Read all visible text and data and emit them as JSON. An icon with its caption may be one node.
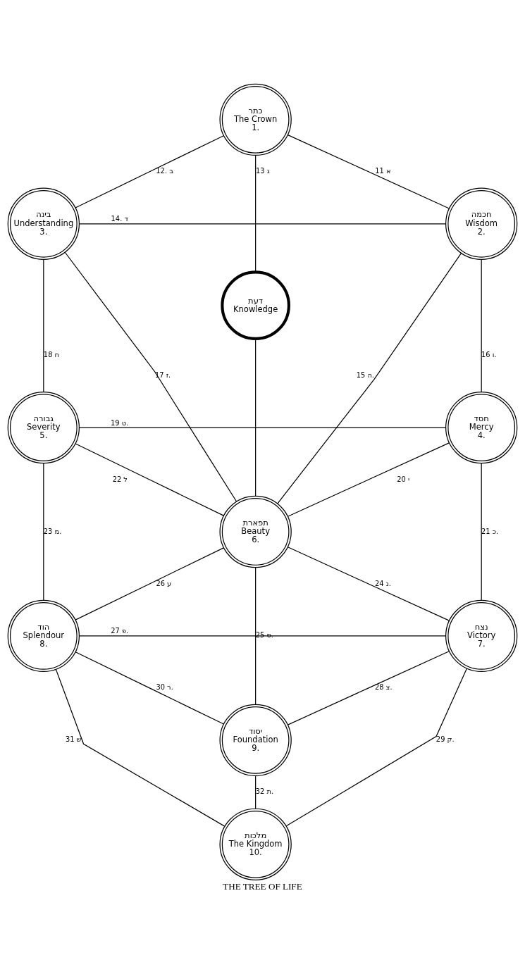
{
  "diagram": {
    "caption": "THE TREE OF LIFE",
    "nodes": [
      {
        "text": [
          "כתר",
          "The Crown",
          "1."
        ]
      },
      {
        "text": [
          "בינה",
          "Understanding",
          "3."
        ]
      },
      {
        "text": [
          "חכמה",
          "Wisdom",
          "2."
        ]
      },
      {
        "text": [
          "דעת",
          "Knowledge"
        ]
      },
      {
        "text": [
          "גבורה",
          "Severity",
          "5."
        ]
      },
      {
        "text": [
          "חסד",
          "Mercy",
          "4."
        ]
      },
      {
        "text": [
          "תפארת",
          "Beauty",
          "6."
        ]
      },
      {
        "text": [
          "הוד",
          "Splendour",
          "8."
        ]
      },
      {
        "text": [
          "נצח",
          "Victory",
          "7."
        ]
      },
      {
        "text": [
          "יסוד",
          "Foundation",
          "9."
        ]
      },
      {
        "text": [
          "מלכות",
          "The Kingdom",
          "10."
        ]
      }
    ],
    "edges": [
      {
        "from": 0,
        "to": 2,
        "arrow": "none",
        "label": "א 11"
      },
      {
        "from": 0,
        "to": 1,
        "arrow": "none",
        "label": "12. ב"
      },
      {
        "from": 0,
        "to": 3,
        "arrow": "none",
        "label": "ג 13"
      },
      {
        "from": 3,
        "to": 6,
        "arrow": "none"
      },
      {
        "from": 1,
        "to": 2,
        "arrow": "none",
        "label": "14. ד"
      },
      {
        "from": 2,
        "to": 6,
        "arrow": "none",
        "label": "ה 15."
      },
      {
        "from": 2,
        "to": 5,
        "arrow": "none",
        "label": "ו 16."
      },
      {
        "from": 1,
        "to": 6,
        "arrow": "none",
        "label": "ז 17."
      },
      {
        "from": 1,
        "to": 4,
        "arrow": "none",
        "label": "ח 18"
      },
      {
        "from": 4,
        "to": 5,
        "arrow": "none",
        "label": "ט 19."
      },
      {
        "from": 5,
        "to": 6,
        "arrow": "none",
        "label": "י 20"
      },
      {
        "from": 5,
        "to": 8,
        "arrow": "none",
        "label": "כ 21."
      },
      {
        "from": 4,
        "to": 6,
        "arrow": "none",
        "label": "ל 22"
      },
      {
        "from": 4,
        "to": 7,
        "arrow": "none",
        "label": "מ 23."
      },
      {
        "from": 6,
        "to": 8,
        "arrow": "none",
        "label": "נ 24."
      },
      {
        "from": 6,
        "to": 9,
        "arrow": "none",
        "label": "ס 25."
      },
      {
        "from": 6,
        "to": 7,
        "arrow": "none",
        "label": "ע 26"
      },
      {
        "from": 7,
        "to": 8,
        "arrow": "none",
        "label": "פ 27."
      },
      {
        "from": 8,
        "to": 9,
        "arrow": "none",
        "label": "צ 28."
      },
      {
        "from": 8,
        "to": 10,
        "arrow": "none",
        "label": "ק 29."
      },
      {
        "from": 7,
        "to": 9,
        "arrow": "none",
        "label": "ר 30."
      },
      {
        "from": 7,
        "to": 10,
        "arrow": "none",
        "label": "ש 31."
      },
      {
        "from": 9,
        "to": 10,
        "arrow": "none",
        "label": "ת 32."
      }
    ]
  }
}
